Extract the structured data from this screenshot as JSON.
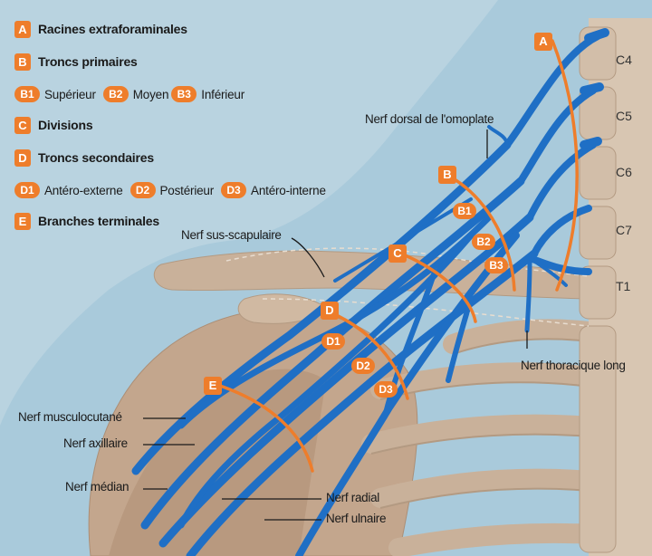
{
  "legend": {
    "A": {
      "badge": "A",
      "label": "Racines extraforaminales"
    },
    "B": {
      "badge": "B",
      "label": "Troncs primaires"
    },
    "B_sub": [
      {
        "badge": "B1",
        "label": "Supérieur"
      },
      {
        "badge": "B2",
        "label": "Moyen"
      },
      {
        "badge": "B3",
        "label": "Inférieur"
      }
    ],
    "C": {
      "badge": "C",
      "label": "Divisions"
    },
    "D": {
      "badge": "D",
      "label": "Troncs secondaires"
    },
    "D_sub": [
      {
        "badge": "D1",
        "label": "Antéro-externe"
      },
      {
        "badge": "D2",
        "label": "Postérieur"
      },
      {
        "badge": "D3",
        "label": "Antéro-interne"
      }
    ],
    "E": {
      "badge": "E",
      "label": "Branches terminales"
    }
  },
  "vertebrae": [
    "C4",
    "C5",
    "C6",
    "C7",
    "T1"
  ],
  "diagram_labels": {
    "A": "A",
    "B": "B",
    "B1": "B1",
    "B2": "B2",
    "B3": "B3",
    "C": "C",
    "D": "D",
    "D1": "D1",
    "D2": "D2",
    "D3": "D3",
    "E": "E"
  },
  "nerves": {
    "dorsal_scapular": "Nerf dorsal de l'omoplate",
    "suprascapular": "Nerf sus-scapulaire",
    "long_thoracic": "Nerf thoracique long",
    "musculocutaneous": "Nerf musculocutané",
    "axillary": "Nerf axillaire",
    "median": "Nerf médian",
    "radial": "Nerf radial",
    "ulnar": "Nerf ulnaire"
  },
  "colors": {
    "background": "#b9d3e0",
    "skin_inner": "#a7c9da",
    "bone": "#c9b19a",
    "nerve": "#1f6fc5",
    "accent": "#ee7d2b"
  }
}
